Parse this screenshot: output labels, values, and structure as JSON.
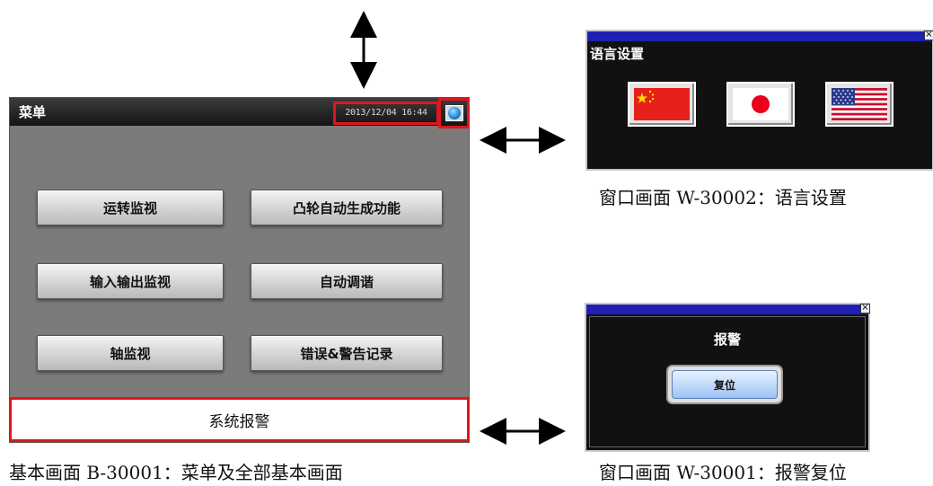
{
  "main_screen": {
    "title": "菜单",
    "datetime": "2013/12/04 16:44",
    "language_icon": "globe-icon",
    "buttons": [
      {
        "label": "运转监视"
      },
      {
        "label": "凸轮自动生成功能"
      },
      {
        "label": "输入输出监视"
      },
      {
        "label": "自动调谐"
      },
      {
        "label": "轴监视"
      },
      {
        "label": "错误&警告记录"
      }
    ],
    "alarm_bar": "系统报警"
  },
  "language_window": {
    "title": "语言设置",
    "close": "×",
    "flags": [
      "china-flag-icon",
      "japan-flag-icon",
      "usa-flag-icon"
    ]
  },
  "alarm_window": {
    "title": "报警",
    "close": "×",
    "reset_label": "复位"
  },
  "captions": {
    "main": "基本画面 B-30001：菜单及全部基本画面",
    "language": "窗口画面 W-30002：语言设置",
    "alarm": "窗口画面 W-30001：报警复位"
  },
  "colors": {
    "highlight": "#e0151b",
    "window_titlebar": "#1f1fb5",
    "screen_background": "#7b7b7b"
  }
}
